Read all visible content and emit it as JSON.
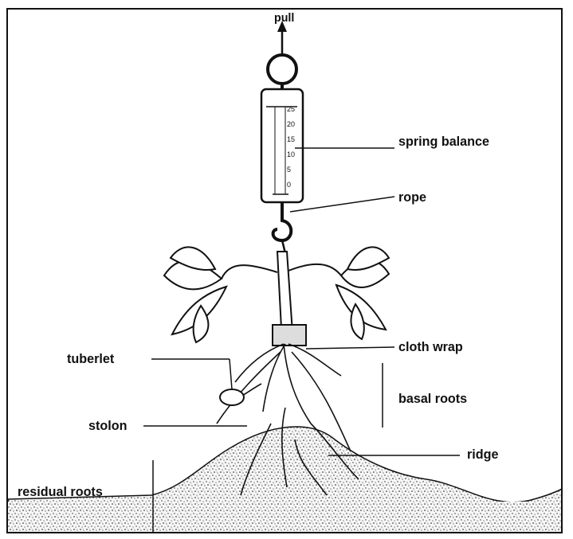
{
  "labels": {
    "pull": "pull",
    "spring_balance": "spring balance",
    "rope": "rope",
    "cloth_wrap": "cloth wrap",
    "tuberlet": "tuberlet",
    "basal_roots": "basal roots",
    "stolon": "stolon",
    "ridge": "ridge",
    "residual_roots": "residual roots"
  },
  "scale_ticks": [
    "25",
    "20",
    "15",
    "10",
    "5",
    "0"
  ]
}
